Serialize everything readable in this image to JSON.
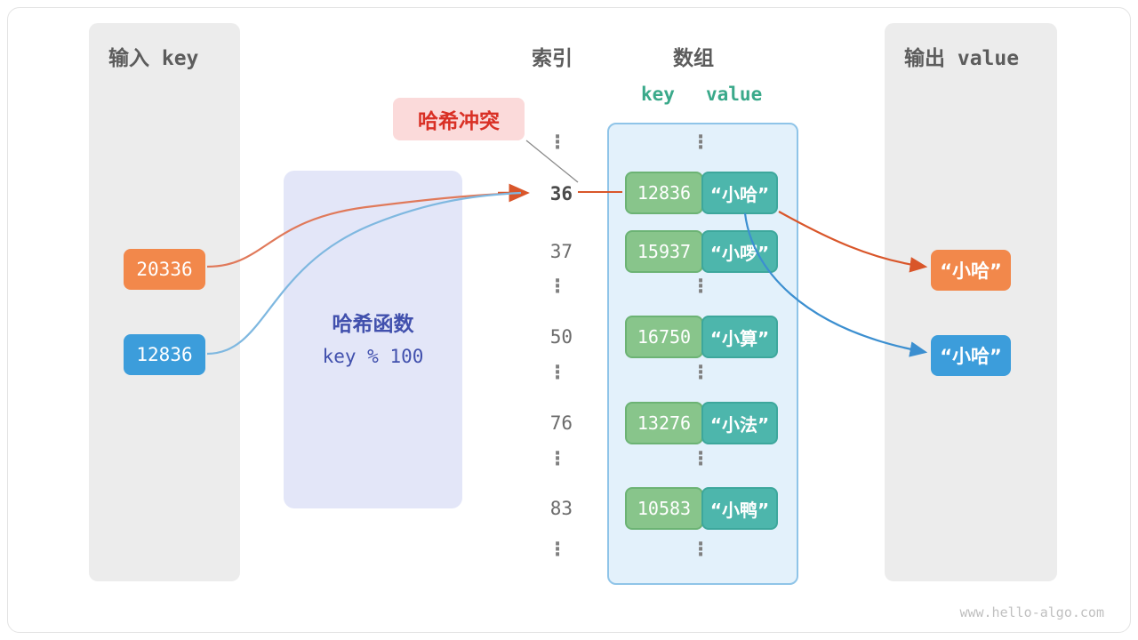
{
  "panels": {
    "input": {
      "title": "输入 key"
    },
    "output": {
      "title": "输出 value"
    }
  },
  "columns": {
    "index_head": "索引",
    "array_head": "数组",
    "key_head": "key",
    "value_head": "value"
  },
  "hash_function": {
    "title": "哈希函数",
    "formula": "key % 100"
  },
  "collision_badge": "哈希冲突",
  "inputs": [
    {
      "label": "20336",
      "color": "#f2884b"
    },
    {
      "label": "12836",
      "color": "#3c9ddb"
    }
  ],
  "outputs": [
    {
      "label": "“小哈”",
      "color": "#f2884b"
    },
    {
      "label": "“小哈”",
      "color": "#3c9ddb"
    }
  ],
  "buckets": [
    {
      "index": "36",
      "key": "12836",
      "value": "“小哈”",
      "highlight": true
    },
    {
      "index": "37",
      "key": "15937",
      "value": "“小啰”",
      "highlight": false
    },
    {
      "index": "50",
      "key": "16750",
      "value": "“小算”",
      "highlight": false
    },
    {
      "index": "76",
      "key": "13276",
      "value": "“小法”",
      "highlight": false
    },
    {
      "index": "83",
      "key": "10583",
      "value": "“小鸭”",
      "highlight": false
    }
  ],
  "ellipsis": "⋮",
  "watermark": "www.hello-algo.com",
  "colors": {
    "panel_bg": "#ececec",
    "array_bg": "#e3f1fb",
    "array_border": "#8fc4e8",
    "key_cell": "#88c58b",
    "value_cell": "#4db6ac",
    "hash_bg": "#e3e6f8",
    "hash_text": "#4150ad",
    "orange": "#f2884b",
    "blue": "#3c9ddb",
    "collision_bg": "#fbdada",
    "collision_text": "#d93025"
  }
}
